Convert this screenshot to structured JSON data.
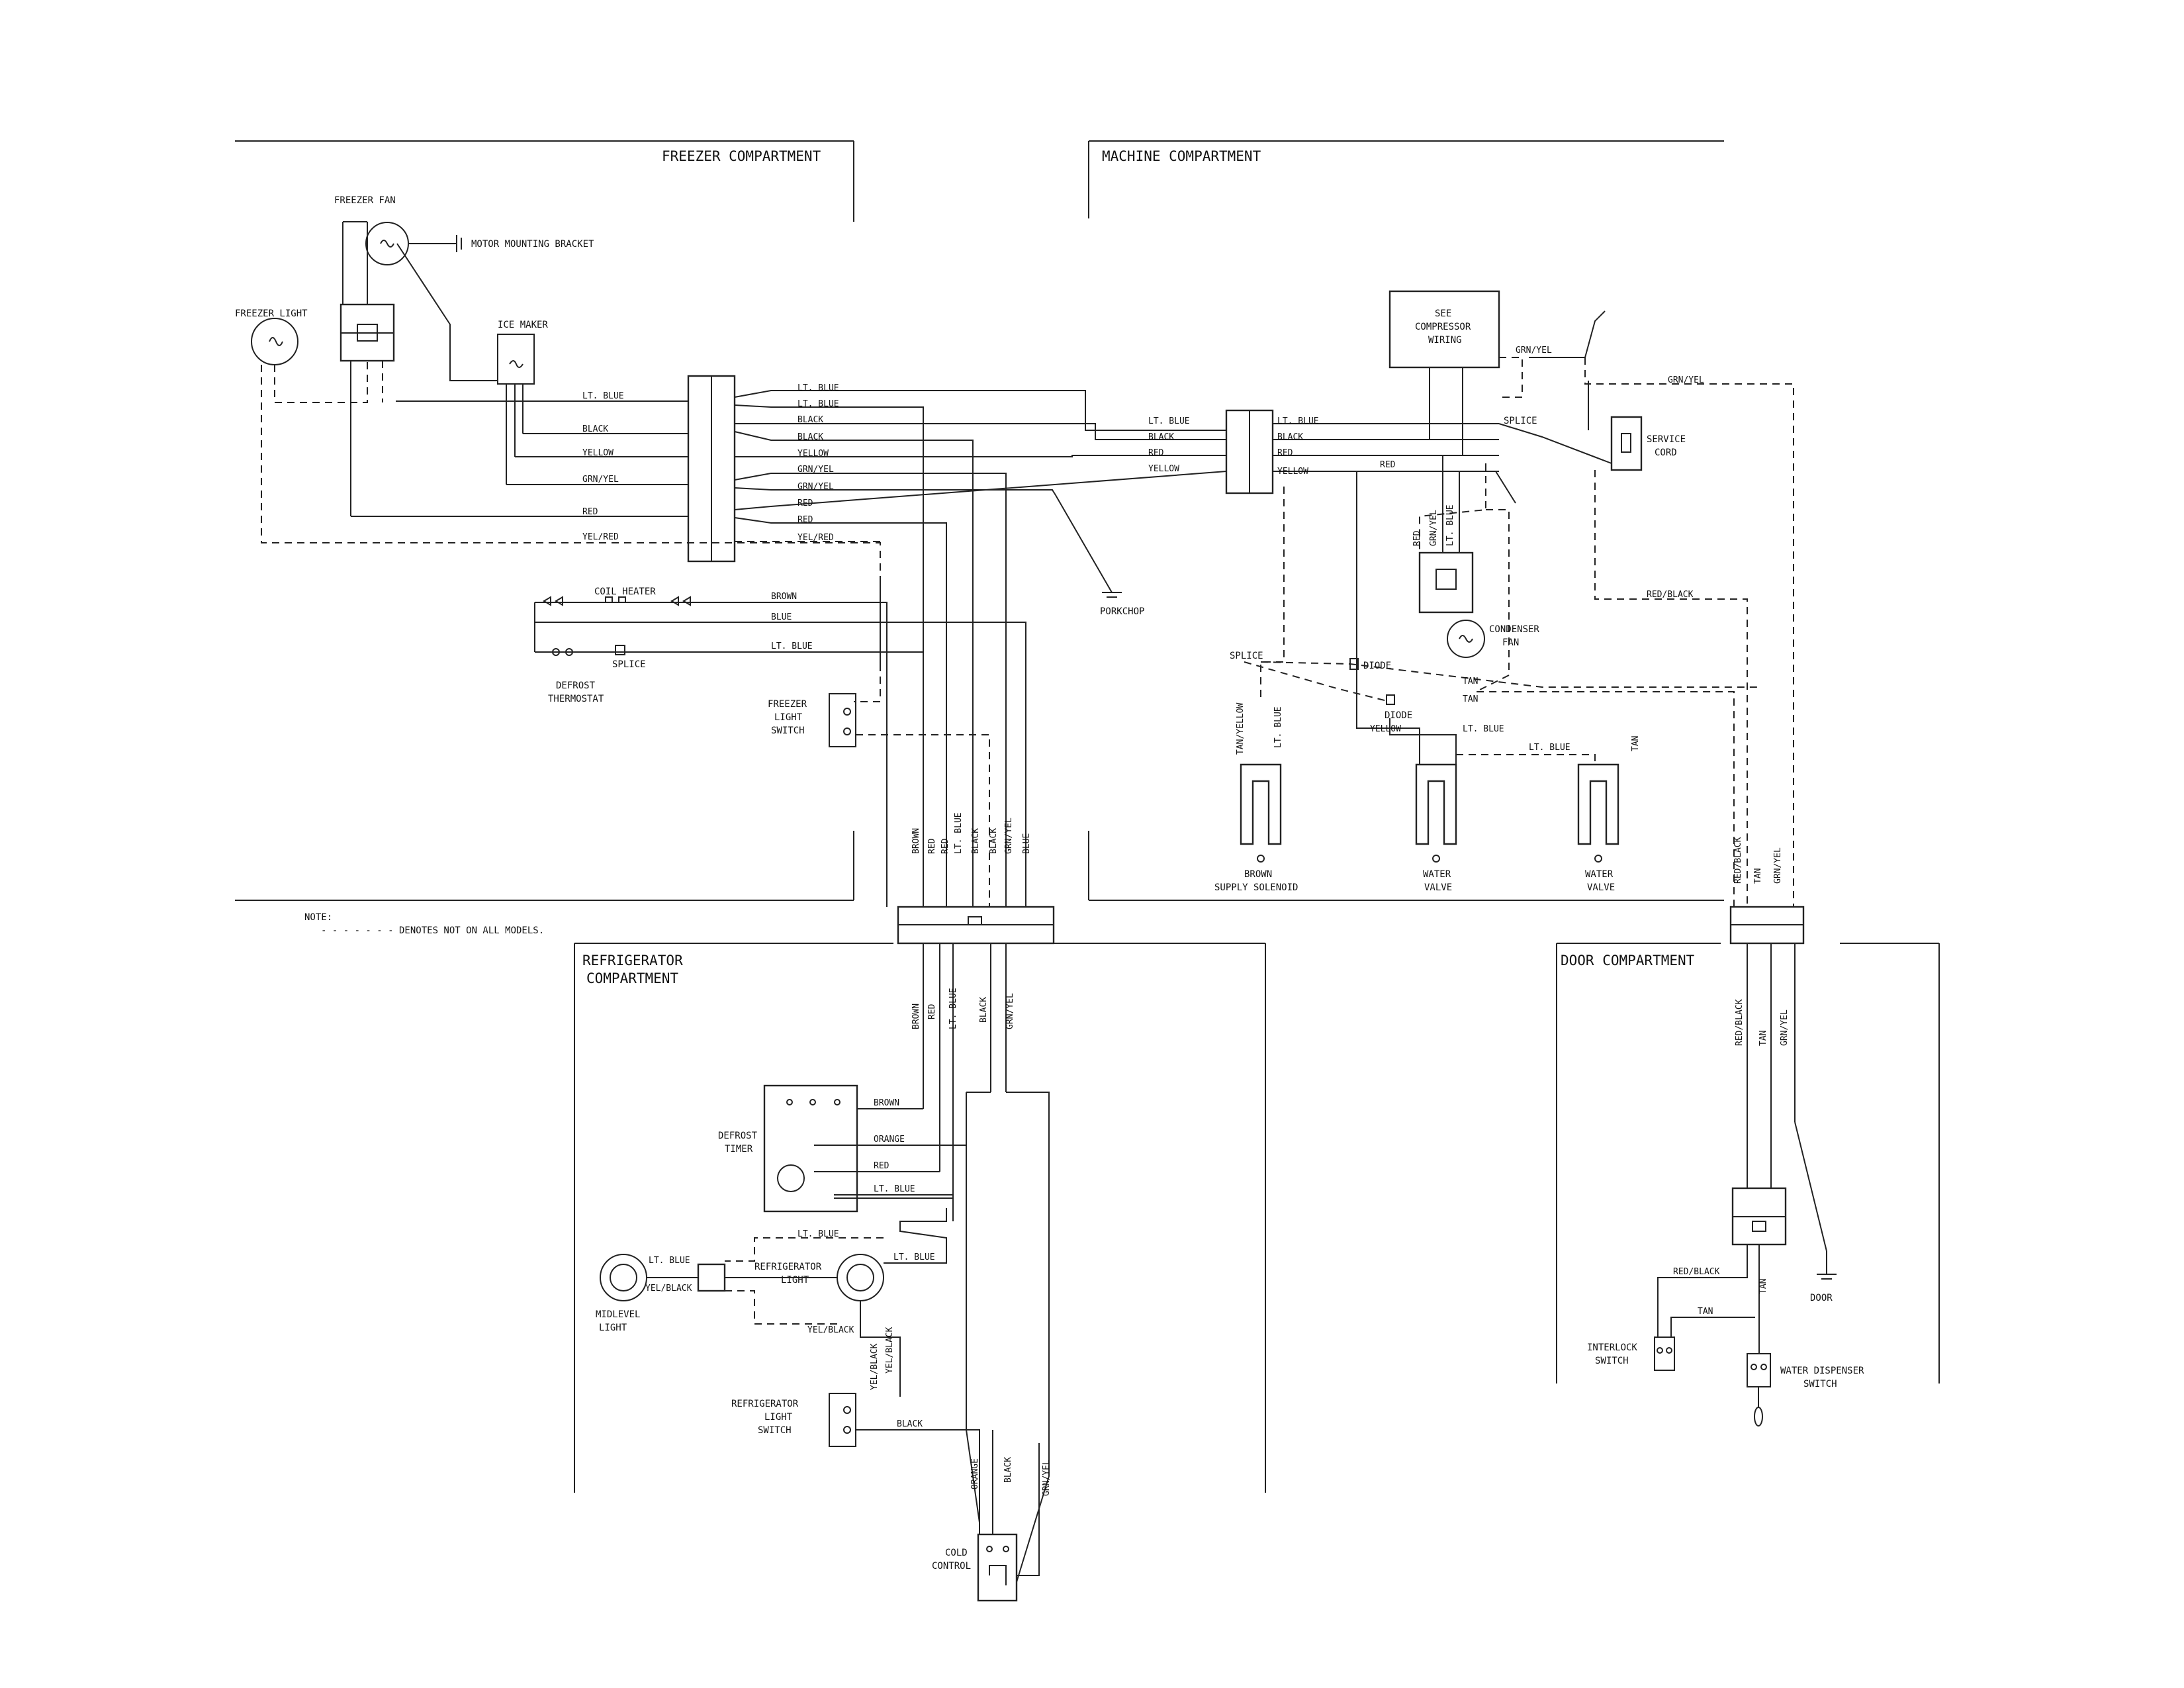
{
  "sections": {
    "freezer": "FREEZER COMPARTMENT",
    "machine": "MACHINE COMPARTMENT",
    "refrigerator_1": "REFRIGERATOR",
    "refrigerator_2": "COMPARTMENT",
    "door": "DOOR COMPARTMENT"
  },
  "note": {
    "title": "NOTE:",
    "text": "- - - - - - - DENOTES NOT ON ALL MODELS."
  },
  "components": {
    "freezer_fan": "FREEZER FAN",
    "motor_bracket": "MOTOR MOUNTING BRACKET",
    "freezer_light": "FREEZER LIGHT",
    "ice_maker": "ICE MAKER",
    "coil_heater": "COIL HEATER",
    "splice": "SPLICE",
    "defrost_thermostat_1": "DEFROST",
    "defrost_thermostat_2": "THERMOSTAT",
    "freezer_light_switch_1": "FREEZER",
    "freezer_light_switch_2": "LIGHT",
    "freezer_light_switch_3": "SWITCH",
    "porkchop": "PORKCHOP",
    "compressor_1": "SEE",
    "compressor_2": "COMPRESSOR",
    "compressor_3": "WIRING",
    "service_cord_1": "SERVICE",
    "service_cord_2": "CORD",
    "condenser_fan_1": "CONDENSER",
    "condenser_fan_2": "FAN",
    "diode": "DIODE",
    "supply_solenoid_1": "BROWN",
    "supply_solenoid_2": "SUPPLY SOLENOID",
    "water_valve_1": "WATER",
    "water_valve_2": "VALVE",
    "defrost_timer_1": "DEFROST",
    "defrost_timer_2": "TIMER",
    "midlevel_light_1": "MIDLEVEL",
    "midlevel_light_2": "LIGHT",
    "refrigerator_light_1": "REFRIGERATOR",
    "refrigerator_light_2": "LIGHT",
    "refrigerator_light_switch_1": "REFRIGERATOR",
    "refrigerator_light_switch_2": "LIGHT",
    "refrigerator_light_switch_3": "SWITCH",
    "cold_control_1": "COLD",
    "cold_control_2": "CONTROL",
    "interlock_switch_1": "INTERLOCK",
    "interlock_switch_2": "SWITCH",
    "water_dispenser_switch_1": "WATER DISPENSER",
    "water_dispenser_switch_2": "SWITCH",
    "door": "DOOR"
  },
  "wires": {
    "lt_blue": "LT. BLUE",
    "black": "BLACK",
    "yellow": "YELLOW",
    "grn_yel": "GRN/YEL",
    "red": "RED",
    "yel_red": "YEL/RED",
    "brown": "BROWN",
    "blue": "BLUE",
    "orange": "ORANGE",
    "yel_black": "YEL/BLACK",
    "tan": "TAN",
    "red_black": "RED/BLACK",
    "tan_yellow": "TAN/YELLOW"
  }
}
